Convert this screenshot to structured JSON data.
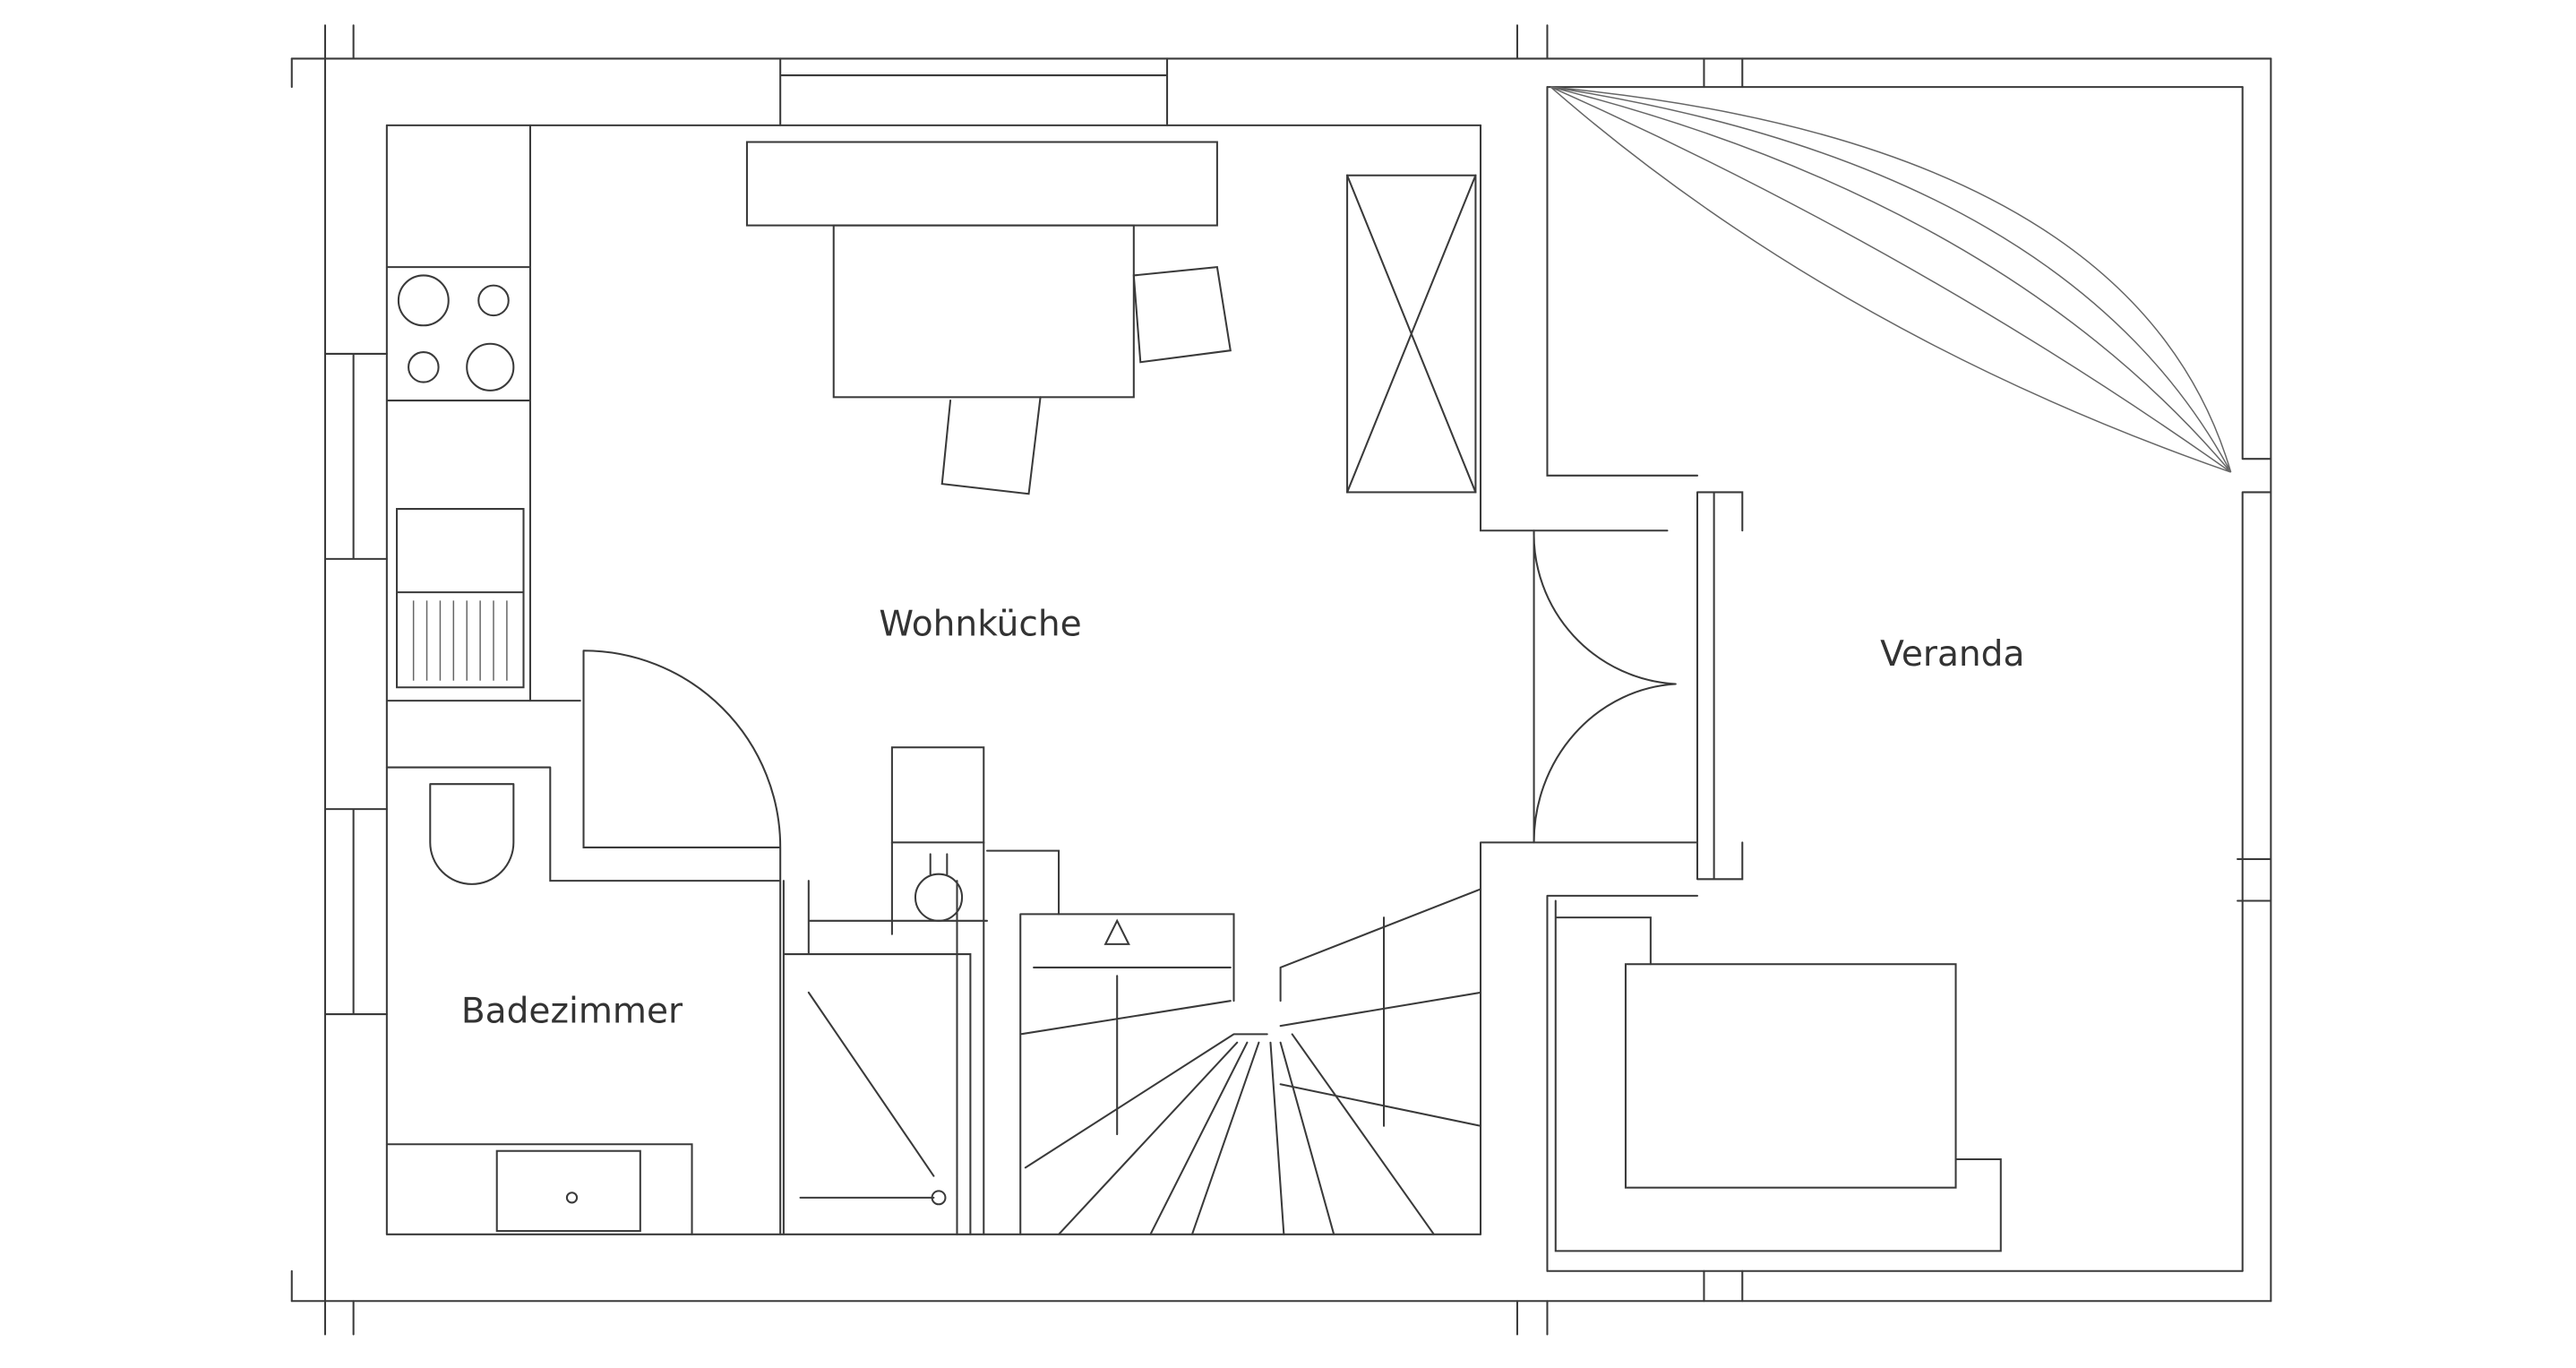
{
  "rooms": {
    "kitchen": "Wohnküche",
    "veranda": "Veranda",
    "bathroom": "Badezimmer"
  },
  "colors": {
    "line": "#3a3a3a",
    "background": "#ffffff"
  }
}
